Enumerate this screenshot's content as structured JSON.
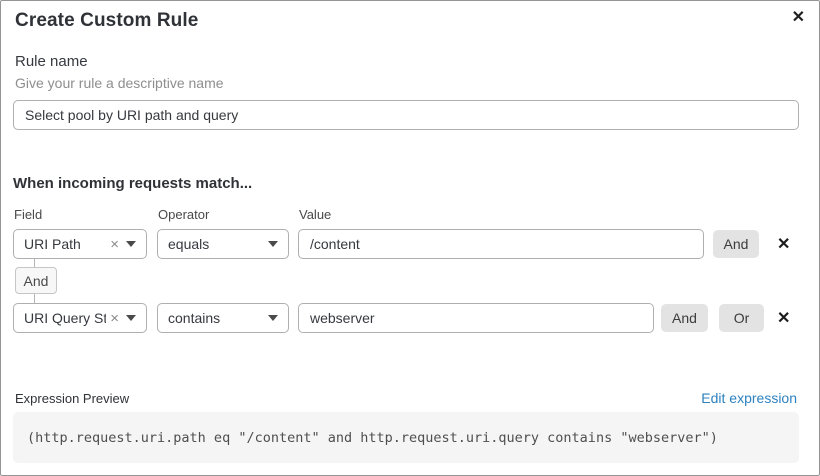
{
  "dialog": {
    "title": "Create Custom Rule",
    "close_icon": "✕"
  },
  "rule_name": {
    "label": "Rule name",
    "help": "Give your rule a descriptive name",
    "value": "Select pool by URI path and query"
  },
  "match": {
    "heading": "When incoming requests match...",
    "columns": {
      "field": "Field",
      "operator": "Operator",
      "value": "Value"
    },
    "rows": [
      {
        "field": "URI Path",
        "operator": "equals",
        "value": "/content",
        "clear_icon": "×",
        "delete_icon": "✕",
        "buttons": [
          "And"
        ]
      },
      {
        "field": "URI Query St...",
        "operator": "contains",
        "value": "webserver",
        "clear_icon": "×",
        "delete_icon": "✕",
        "buttons": [
          "And",
          "Or"
        ]
      }
    ],
    "connector": "And"
  },
  "expression": {
    "label": "Expression Preview",
    "edit_link": "Edit expression",
    "code": "(http.request.uri.path eq \"/content\" and http.request.uri.query contains \"webserver\")"
  },
  "colors": {
    "link": "#2e82c0",
    "button_bg": "#e3e3e3",
    "code_bg": "#f5f5f5",
    "border": "#afafaf"
  }
}
